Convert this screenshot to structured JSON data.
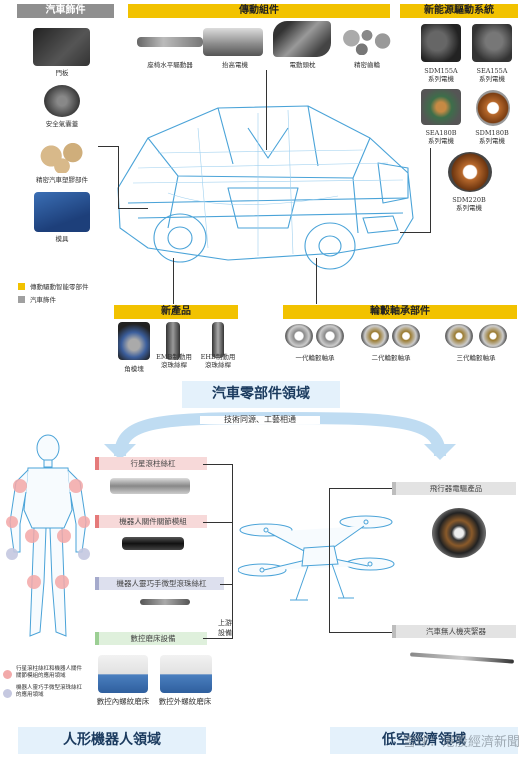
{
  "auto": {
    "left_header": "汽車飾件",
    "left_items": [
      "門板",
      "安全氣囊蓋",
      "精密汽車塑膠部件",
      "模具"
    ],
    "legend": [
      {
        "label": "傳動驅動智能零部件",
        "color": "#f2c200"
      },
      {
        "label": "汽車飾件",
        "color": "#a0a0a0"
      }
    ],
    "transmission_header": "傳動組件",
    "transmission_items": [
      "座椅水平驅動器",
      "抬高電機",
      "電動頭枕",
      "精密齒輪"
    ],
    "ev_header": "新能源驅動系統",
    "ev_items": [
      {
        "line1": "SDM155A",
        "line2": "系列電機"
      },
      {
        "line1": "SEA155A",
        "line2": "系列電機"
      },
      {
        "line1": "SEA180B",
        "line2": "系列電機"
      },
      {
        "line1": "SDM180B",
        "line2": "系列電機"
      },
      {
        "line1": "SDM220B",
        "line2": "系列電機"
      }
    ],
    "new_header": "新產品",
    "new_items": [
      "角模塊",
      "EMB制動用\n滾珠絲桿",
      "EHB制動用\n滾珠絲桿"
    ],
    "bearing_header": "輪轂軸承部件",
    "bearing_items": [
      "一代輪轂軸承",
      "二代輪轂軸承",
      "三代輪轂軸承"
    ],
    "domain_title": "汽車零部件領域"
  },
  "arc_label": "技術同源、工藝相通",
  "robot": {
    "items": [
      "行星滾柱絲杠",
      "機器人關件關節模組",
      "機器人靈巧手微型滾珠絲杠",
      "數控磨床設備"
    ],
    "upstream": "上游\n設備",
    "machines": [
      "數控內螺紋磨床",
      "數控外螺紋磨床"
    ],
    "legend": [
      {
        "label": "行星滾柱絲杠和機器人關件\n關節模組的應用領域",
        "color": "#f2aaaa"
      },
      {
        "label": "機器人靈巧手微型滾珠絲杠\n的應用領域",
        "color": "#c5c8e0"
      }
    ],
    "domain_title": "人形機器人領域"
  },
  "lowalt": {
    "items": [
      "飛行器電驅產品",
      "汽車無人機夾緊器"
    ],
    "domain_title": "低空經濟領域"
  },
  "watermark": "雪球：港股經濟新聞"
}
